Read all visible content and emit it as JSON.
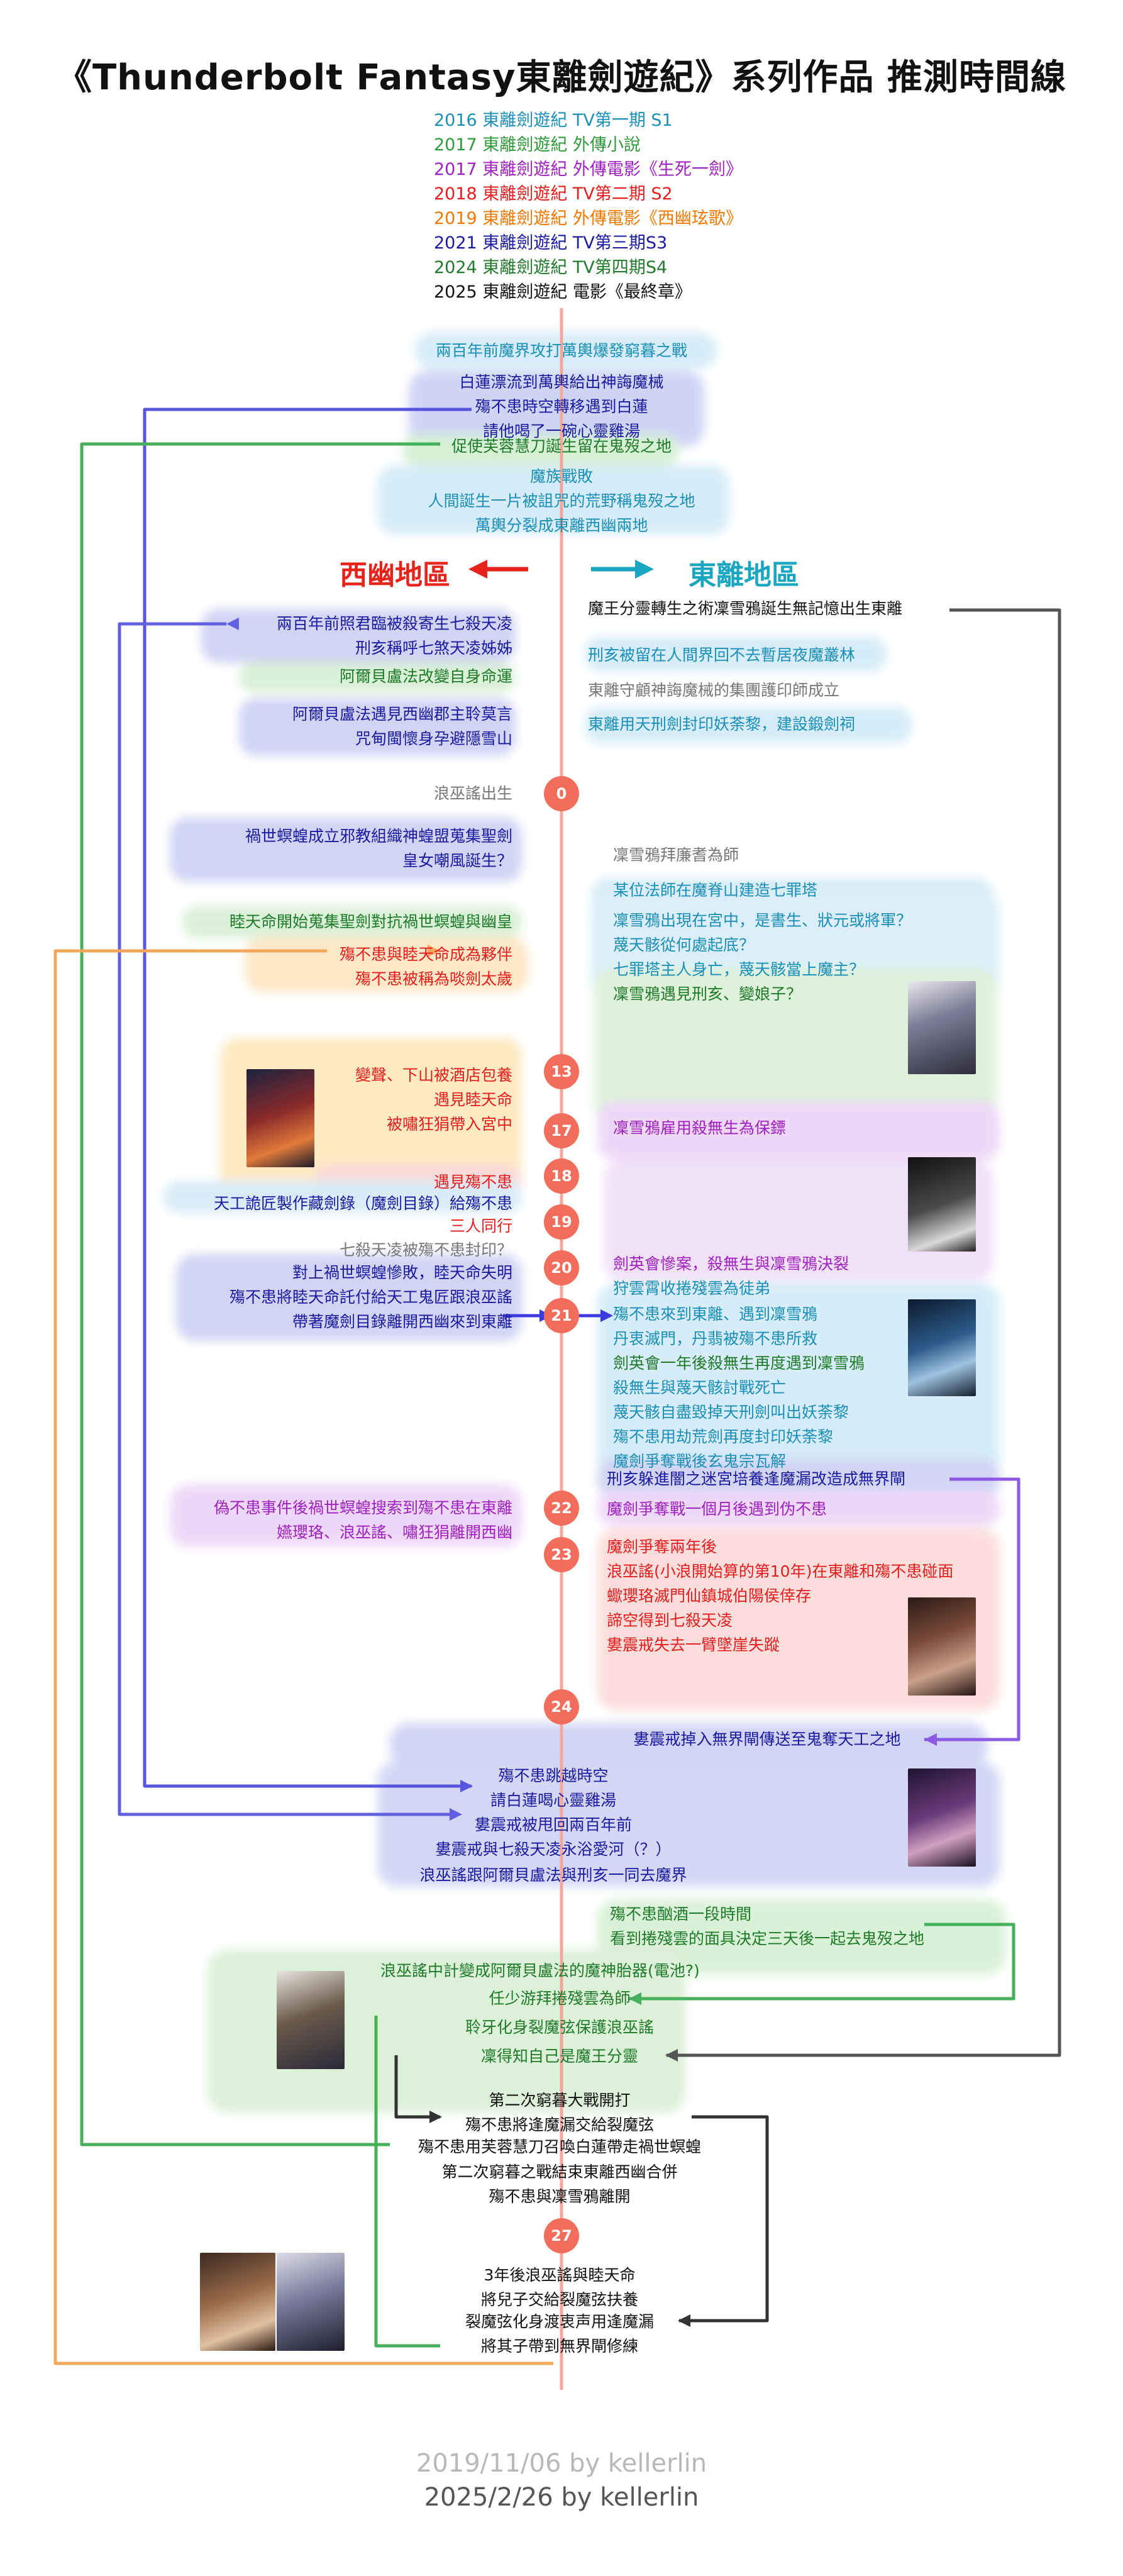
{
  "title": "《Thunderbolt Fantasy東離劍遊紀》系列作品 推測時間線",
  "legend": [
    {
      "text": "2016 東離劍遊紀 TV第一期  S1",
      "color": "#1a8fb8"
    },
    {
      "text": "2017 東離劍遊紀 外傳小說",
      "color": "#2f9a3a"
    },
    {
      "text": "2017 東離劍遊紀 外傳電影《生死一劍》",
      "color": "#a020c0"
    },
    {
      "text": "2018 東離劍遊紀 TV第二期 S2",
      "color": "#e51d1d"
    },
    {
      "text": "2019 東離劍遊紀 外傳電影《西幽玹歌》",
      "color": "#f07800"
    },
    {
      "text": "2021 東離劍遊紀 TV第三期S3",
      "color": "#1a1aa0"
    },
    {
      "text": "2024 東離劍遊紀 TV第四期S4",
      "color": "#1f7a2a"
    },
    {
      "text": "2025 東離劍遊紀 電影《最終章》",
      "color": "#111111"
    }
  ],
  "regions": {
    "west": {
      "label": "西幽地區",
      "color": "#e8231c"
    },
    "east": {
      "label": "東離地區",
      "color": "#1aa6c0"
    }
  },
  "nodes": [
    "0",
    "13",
    "17",
    "18",
    "19",
    "20",
    "21",
    "22",
    "23",
    "24",
    "27"
  ],
  "events": {
    "e01": [
      "兩百年前魔界攻打萬輿爆發窮暮之戰"
    ],
    "e02": [
      "白蓮漂流到萬輿給出神誨魔械",
      "殤不患時空轉移遇到白蓮",
      "請他喝了一碗心靈雞湯"
    ],
    "e03": [
      "促使芙蓉慧刀誕生留在鬼歿之地"
    ],
    "e04": [
      "魔族戰敗",
      "人間誕生一片被詛咒的荒野稱鬼歿之地",
      "萬輿分裂成東離西幽兩地"
    ],
    "e05": [
      "魔王分靈轉生之術凜雪鴉誕生無記憶出生東離"
    ],
    "e06": [
      "兩百年前照君臨被殺寄生七殺天凌",
      "刑亥稱呼七煞天凌姊姊"
    ],
    "e07": [
      "阿爾貝盧法改變自身命運"
    ],
    "e08": [
      "刑亥被留在人間界回不去暫居夜魔叢林"
    ],
    "e09": [
      "東離守顧神誨魔械的集團護印師成立"
    ],
    "e10": [
      "阿爾貝盧法遇見西幽郡主聆莫言",
      "咒甸閩懷身孕避隱雪山"
    ],
    "e11": [
      "東離用天刑劍封印妖荼黎，建設鍛劍祠"
    ],
    "e12": [
      "浪巫謠出生"
    ],
    "e13": [
      "禍世螟蝗成立邪教組織神蝗盟蒐集聖劍",
      "皇女嘲風誕生？"
    ],
    "e14": [
      "凜雪鴉拜廉耆為師"
    ],
    "e15": [
      "某位法師在魔脊山建造七罪塔"
    ],
    "e16": [
      "睦天命開始蒐集聖劍對抗禍世螟蝗與幽皇"
    ],
    "e17": [
      "凜雪鴉出現在宮中，是書生、狀元或將軍？",
      "蔑天骸從何處起底？",
      "七罪塔主人身亡，蔑天骸當上魔主？",
      "凜雪鴉遇見刑亥、變娘子？"
    ],
    "e18": [
      "殤不患與睦天命成為夥伴",
      "殤不患被稱為啖劍太歲"
    ],
    "e19": [
      "變聲、下山被酒店包養",
      "遇見睦天命",
      "被嘯狂狷帶入宮中"
    ],
    "e20": [
      "凜雪鴉雇用殺無生為保鏢"
    ],
    "e21": [
      "遇見殤不患"
    ],
    "e22": [
      "天工詭匠製作藏劍錄（魔劍目錄）給殤不患"
    ],
    "e23": [
      "三人同行"
    ],
    "e24": [
      "七殺天凌被殤不患封印？"
    ],
    "e25": [
      "對上禍世螟蝗慘敗，睦天命失明",
      "殤不患將睦天命託付給天工鬼匠跟浪巫謠",
      "帶著魔劍目錄離開西幽來到東離"
    ],
    "e26": [
      "劍英會慘案，殺無生與凜雪鴉決裂",
      "狩雲霄收捲殘雲為徒弟"
    ],
    "e27": [
      "殤不患來到東離、遇到凜雪鴉",
      "丹衷滅門，丹翡被殤不患所救",
      "劍英會一年後殺無生再度遇到凜雪鴉",
      "殺無生與蔑天骸討戰死亡",
      "蔑天骸自盡毀掉天刑劍叫出妖荼黎",
      "殤不患用劫荒劍再度封印妖荼黎",
      "魔劍爭奪戰後玄鬼宗瓦解"
    ],
    "e28": [
      "刑亥躲進闇之迷宮培養逢魔漏改造成無界閘"
    ],
    "e29": [
      "偽不患事件後禍世螟蝗搜索到殤不患在東離",
      "嬿瓔珞、浪巫謠、嘯狂狷離開西幽"
    ],
    "e30": [
      "魔劍爭奪戰一個月後遇到伪不患"
    ],
    "e31": [
      "魔劍爭奪兩年後",
      "浪巫謠(小浪開始算的第10年)在東離和殤不患碰面",
      "蠍瓔珞滅門仙鎮城伯陽侯倖存",
      "諦空得到七殺天凌",
      "婁震戒失去一臂墜崖失蹤"
    ],
    "e32": [
      "婁震戒掉入無界閘傳送至鬼奪天工之地"
    ],
    "e33": [
      "殤不患跳越時空",
      "請白蓮喝心靈雞湯"
    ],
    "e34": [
      "婁震戒被甩回兩百年前",
      "婁震戒與七殺天凌永浴愛河（？）"
    ],
    "e35": [
      "浪巫謠跟阿爾貝盧法與刑亥一同去魔界"
    ],
    "e36": [
      "殤不患酗酒一段時間",
      "看到捲殘雲的面具決定三天後一起去鬼歿之地"
    ],
    "e37": [
      "浪巫謠中計變成阿爾貝盧法的魔神胎器(電池?)"
    ],
    "e38": [
      "任少游拜捲殘雲為師"
    ],
    "e39": [
      "聆牙化身裂魔弦保護浪巫謠"
    ],
    "e40": [
      "凜得知自己是魔王分靈"
    ],
    "e41": [
      "第二次窮暮大戰開打",
      "殤不患將逢魔漏交給裂魔弦"
    ],
    "e42": [
      "殤不患用芙蓉慧刀召喚白蓮帶走禍世螟蝗"
    ],
    "e43": [
      "第二次窮暮之戰結束東離西幽合併",
      "殤不患與凜雪鴉離開"
    ],
    "e44": [
      "3年後浪巫謠與睦天命",
      "將兒子交給裂魔弦扶養"
    ],
    "e45": [
      "裂魔弦化身渡衷声用逢魔漏",
      "將其子帶到無界閘修練"
    ]
  },
  "footer": [
    "2019/11/06  by kellerlin",
    "2025/2/26 by kellerlin"
  ]
}
